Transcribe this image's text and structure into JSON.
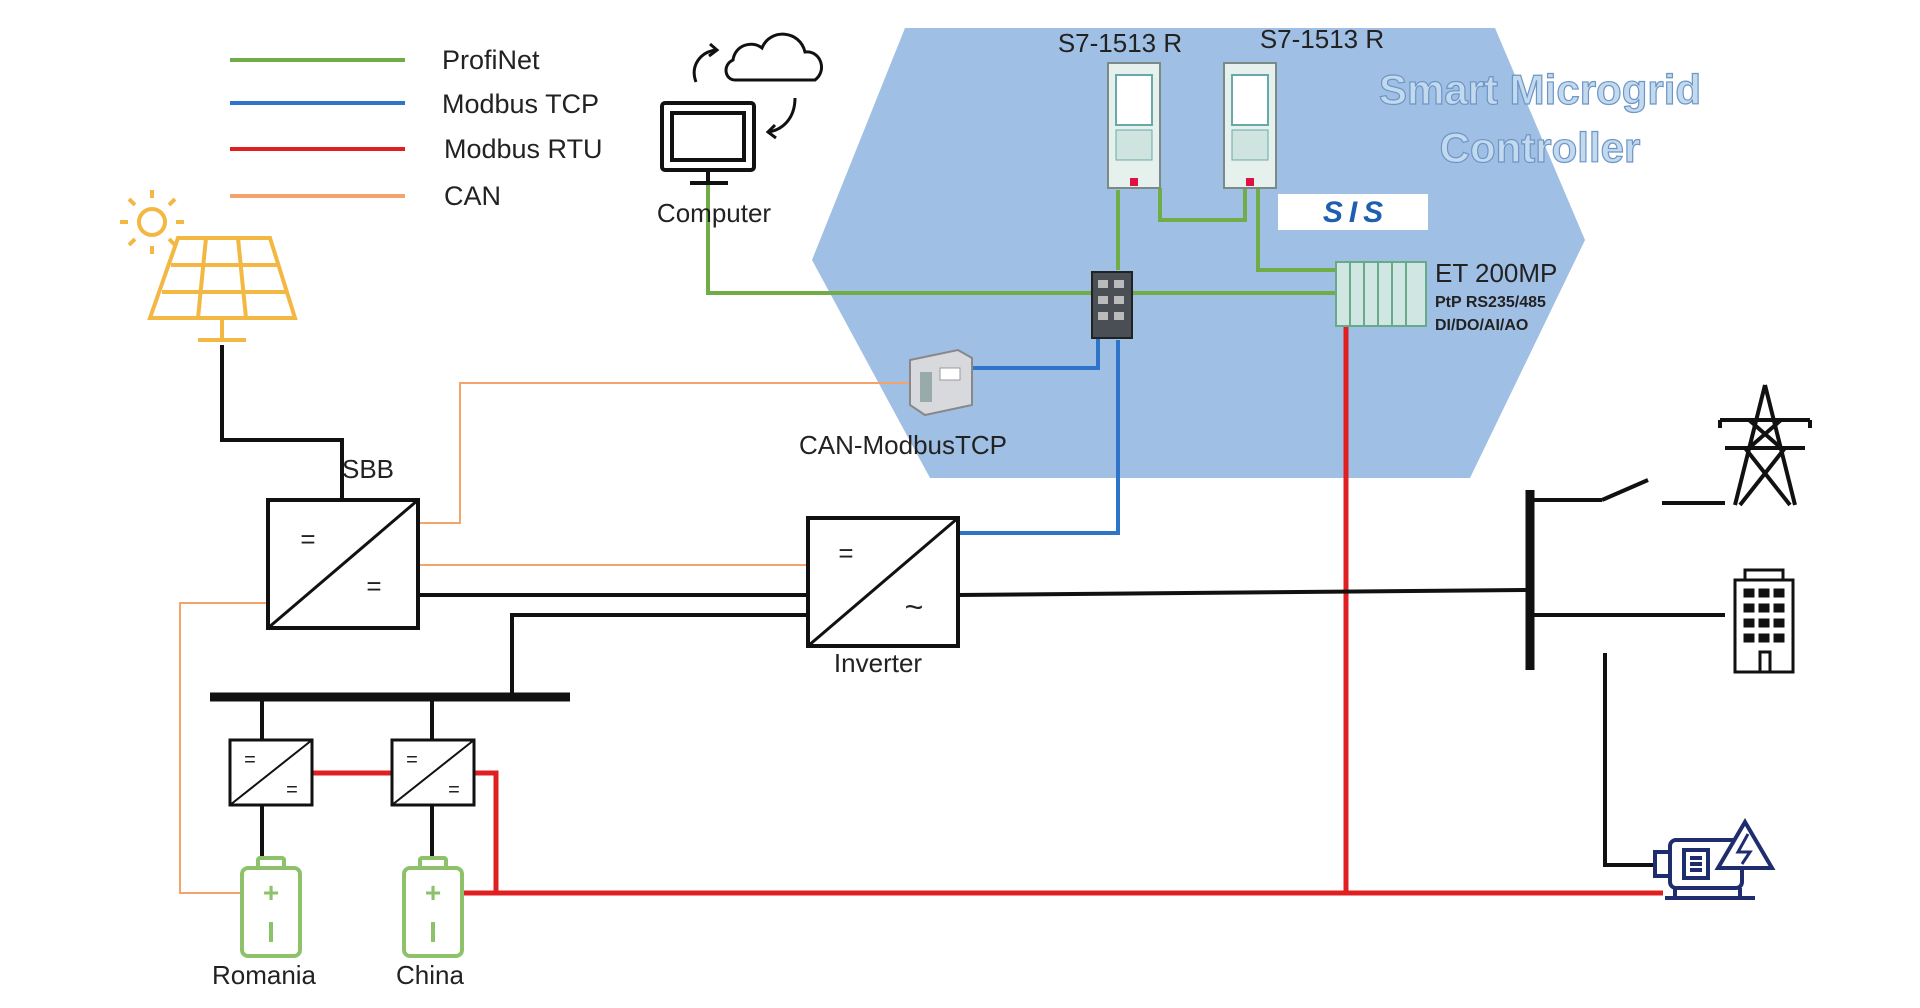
{
  "legend": [
    {
      "label": "ProfiNet",
      "color": "#70ad47"
    },
    {
      "label": "Modbus TCP",
      "color": "#2e75c9"
    },
    {
      "label": "Modbus RTU",
      "color": "#e02020"
    },
    {
      "label": "CAN",
      "color": "#f4a46a"
    }
  ],
  "controller": {
    "title_line1": "Smart Microgrid",
    "title_line2": "Controller",
    "plc1_label": "S7-1513 R",
    "plc2_label": "S7-1513 R",
    "logo_text": "SIS",
    "et200_label": "ET 200MP",
    "et200_sub1": "PtP RS235/485",
    "et200_sub2": "DI/DO/AI/AO"
  },
  "labels": {
    "computer": "Computer",
    "gateway": "CAN-ModbusTCP",
    "sbb": "SBB",
    "inverter": "Inverter",
    "battery1": "Romania",
    "battery2": "China"
  },
  "symbols": {
    "dc": "=",
    "ac": "~",
    "plus": "+"
  },
  "colors": {
    "profinet": "#70ad47",
    "modbus_tcp": "#2e75c9",
    "modbus_rtu": "#e02020",
    "can": "#f4a46a",
    "power": "#111111",
    "controller_fill": "#8fb4df",
    "solar": "#f2b843",
    "battery": "#8dc26b",
    "genset": "#1f2d6e"
  }
}
